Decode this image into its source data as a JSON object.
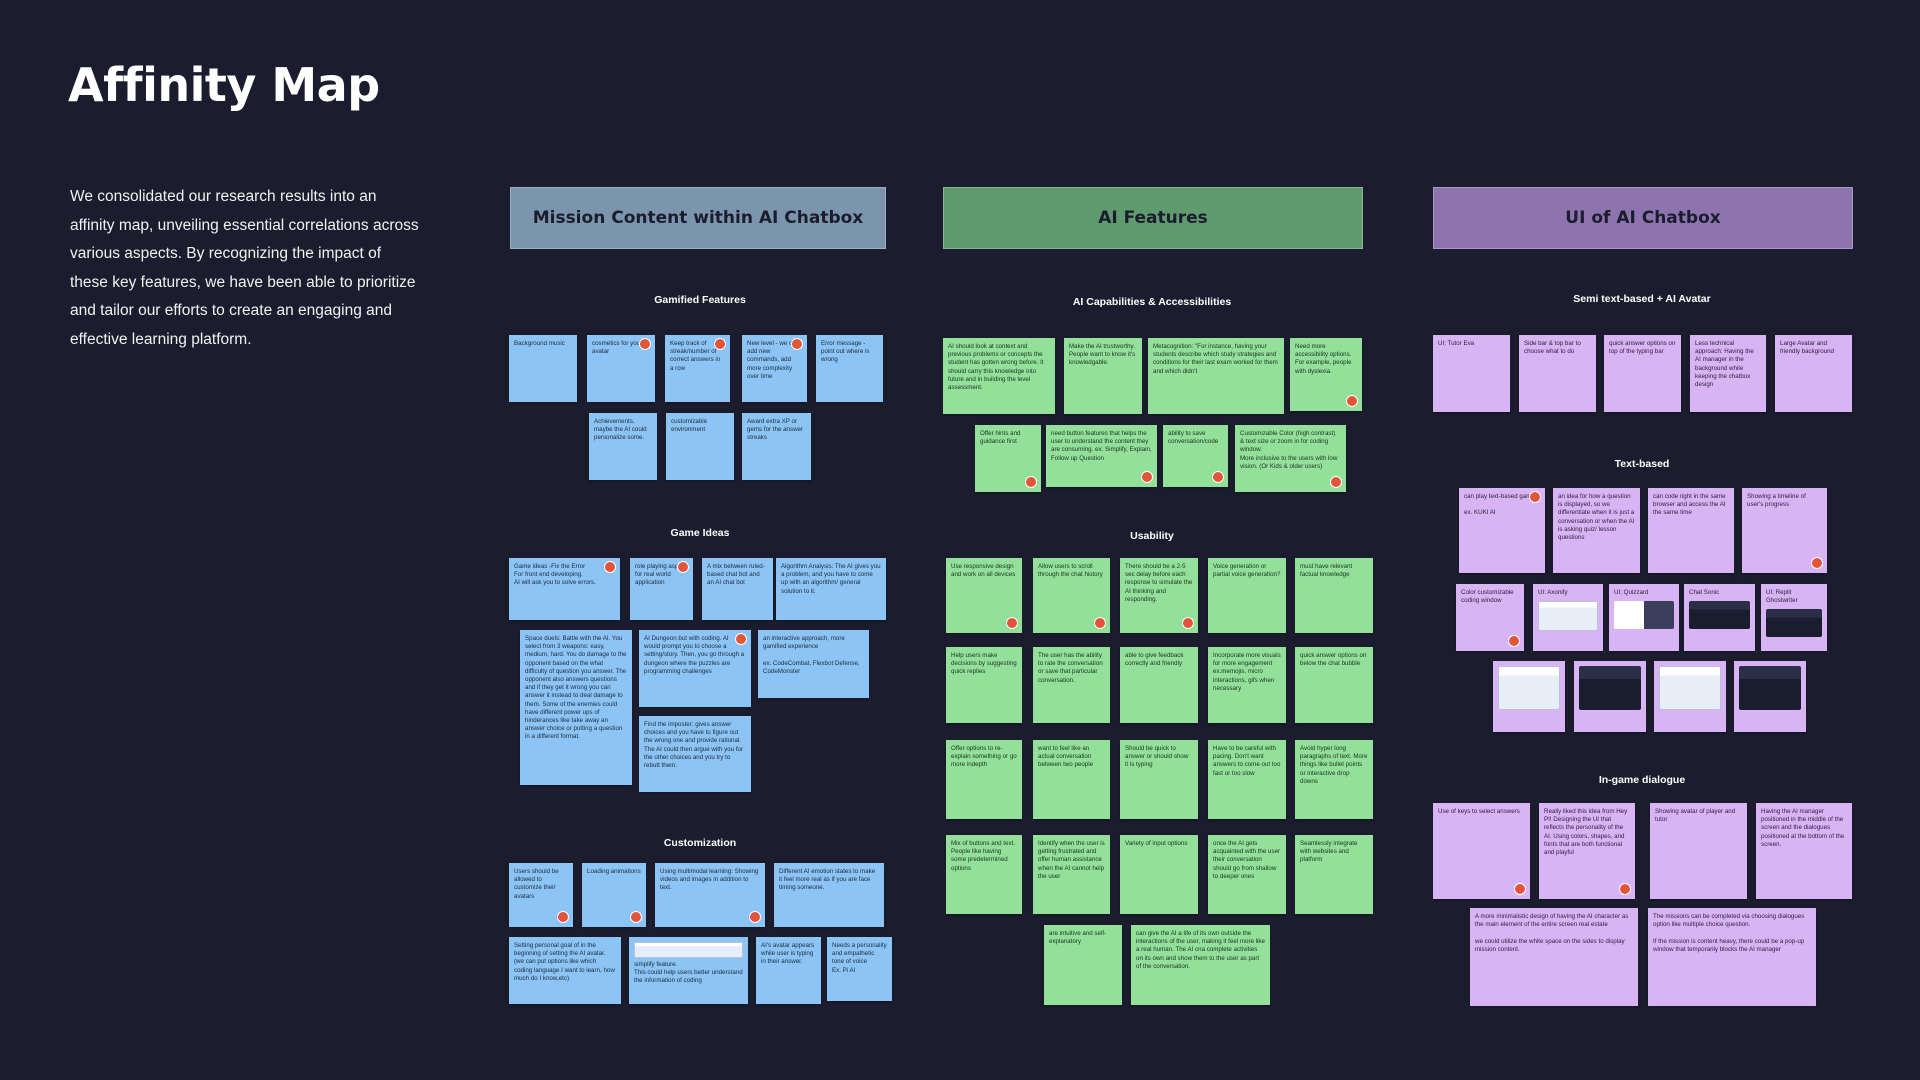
{
  "page": {
    "title": "Affinity Map",
    "intro": "We consolidated our research results into an affinity map, unveiling essential correlations across various aspects. By recognizing the impact of these key features, we have been able to prioritize and tailor our efforts to create an engaging and effective learning platform."
  },
  "colors": {
    "background": "#1b1d2e",
    "header_mission": "#7b95ac",
    "header_features": "#5f9b6e",
    "header_ui": "#8d74ae",
    "note_blue": "#8cc4f6",
    "note_green": "#93e09a",
    "note_purple": "#d8b4f5",
    "vote_dot": "#e2553a"
  },
  "columns": {
    "mission": {
      "header": "Mission Content within AI Chatbox",
      "sections": {
        "gamified": "Gamified Features",
        "game_ideas": "Game Ideas",
        "customization": "Customization"
      }
    },
    "features": {
      "header": "AI Features",
      "sections": {
        "capabilities": "AI Capabilities & Accessibilities",
        "usability": "Usability"
      }
    },
    "ui": {
      "header": "UI of AI Chatbox",
      "sections": {
        "semi": "Semi text-based + AI Avatar",
        "text_based": "Text-based",
        "ingame": "In-game dialogue"
      }
    }
  },
  "notes": {
    "gamified": [
      "Background music",
      "cosmetics for your avatar",
      "Keep track of streak/number of correct answers in a row",
      "New level - we can add new commands, add more complexity over time",
      "Error message - point out where is wrong",
      "Achievements, maybe the AI could personalize some.",
      "customizable environment",
      "Award extra XP or gems for the answer streaks"
    ],
    "game_ideas": [
      "Game ideas -Fix the Error\nFor front end developing.\nAI will ask you to solve errors.",
      "role playing aspect for real world application",
      "A mix between ruled-based chat bot and an AI chat bot",
      "Algorithm Analysis: The AI gives you a problem, and you have to come up with an algorithm/ general solution to it.",
      "Space duels: Battle with the AI. You select from 3 weapons: easy, medium, hard. You do damage to the opponent based on the what difficulty of question you answer. The opponent also answers questions and if they get it wrong you can answer it instead to deal damage to them. Some of the enemies could have different power ups of hinderances like take away an answer choice or putting a question in a different format.",
      "AI Dungeon but with coding. AI would prompt you to choose a setting/story. Then, you go through a dungeon where the puzzles are programming challenges",
      "an interactive approach, more gamified experience\n\nex. CodeCombat, Flexbot Defense, CodeMonster",
      "Find the imposter: gives answer choices and you have to figure out the wrong one and provide rational. The AI could then argue with you for the other choices and you try to rebutt them."
    ],
    "customization": [
      "Users should be allowed to customize their avatars",
      "Loading animations",
      "Using multimodal learning: Showing videos and images in addition to text.",
      "Different AI emotion states to make it feel more real as if you are face timing someone.",
      "Setting personal goal of in the beginning of setting the AI avatar. (we can put options like which coding language I want to learn, how much do I know,etc)",
      "simplify feature.\nThis could help users better understand the information of coding",
      "AI's avatar appears while user is typing in their answer.",
      "Needs a personality and empathetic tone of voice\nEx. Pi AI"
    ],
    "capabilities": [
      "AI should look at context and previous problems or concepts the student has gotten wrong before. It should carry this knowledge into future and in building the level assessment.",
      "Make the AI trustworthy. People want to know it's knowledgable.",
      "Metacognition: \"For instance, having your students describe which study strategies and conditions for their last exam worked for them and which didn't",
      "Need more accessibility options. For example, people with dyslexia.",
      "Offer hints and guidance first",
      "need button features that helps the user to understand the content they are consuming. ex. Simplify, Explain, Follow up Question",
      "ability to save conversation/code",
      "Customizable Color (high contrast) & text size or zoom in for coding window.\nMore inclusive to the users with low vision. (Or Kids & older users)"
    ],
    "usability": [
      "Use responsive design and work on all devices",
      "Allow users to scroll through the chat history",
      "There should be a 2-5 sec delay before each response to simulate the AI thinking and responding.",
      "Voice generation or partial voice generation?",
      "must have relevant factual knowledge",
      "Help users make decisions by suggesting quick replies",
      "The user has the ability to rate the conversation or save that particular conversation.",
      "able to give feedback correctly and friendly",
      "Incorporate more visuals for more engagement ex.memojis, micro interactions, gifs when necessary",
      "quick answer options on below the chat bubble",
      "Offer options to re-explain something or go more indepth",
      "want to feel like an actual conversation between two people",
      "Should be quick to answer or should show it is typing",
      "Have to be careful with pacing. Don't want answers to come out too fast or too slow",
      "Avoid hyper long paragraphs of text. More things like bullet points or interactive drop downs",
      "Mix of buttons and text. People like having some predetermined options",
      "Identify when the user is getting frustrated and offer human assistance when the AI cannot help the user",
      "Variety of input options",
      "once the AI gets acquainted with the user their conversation should go from shallow to deeper ones",
      "Seamlessly integrate with websites and platform",
      "are intuitive and self-explanatory",
      "can give the AI a life of its own outside the interactions of the user, making it feel more like a real human. The AI cna complete activities on its own and show them to the user as part of the conversation."
    ],
    "semi": [
      "UI: Tutor Eva",
      "Side bar & top bar to choose what to do",
      "quick answer options on top of the typing bar",
      "Less technical approach: Having the AI manager in the background while keeping the chatbox design",
      "Large Avatar and friendly background"
    ],
    "text_based": [
      "can play text-based games\n\nex. KUKI AI",
      "an idea for how a question is displayed, so we differentiate when it is just a conversation or when the AI is asking quiz/ lesson questions",
      "can code right in the same browser and access the AI the same time",
      "Showing a timeline of user's progress",
      "Color customizable coding window",
      "UI: Axonify",
      "UI: Quizzard",
      "Chat Sonic",
      "UI: Replit Ghostwriter"
    ],
    "ingame": [
      "Use of keys to select answers",
      "Really liked this idea from Hey PI! Designing the UI that reflects the personality of the AI. Using colors, shapes, and fonts that are both functional and playful",
      "Showing avatar of player and tutor",
      "Having the AI manager positioned in the middle of the screen and the dialogues positioned at the bottom of the screen.",
      "A more minimalistic design of having the AI character as the main element of the entire screen real estate\n\nwe could utilize the white space on the sides to display mission content.",
      "The missions can be completed via choosing dialogues option like multiple choice question.\n\nIf the mission is content heavy, there could be a pop-up window that temporarily blocks the AI manager"
    ]
  }
}
